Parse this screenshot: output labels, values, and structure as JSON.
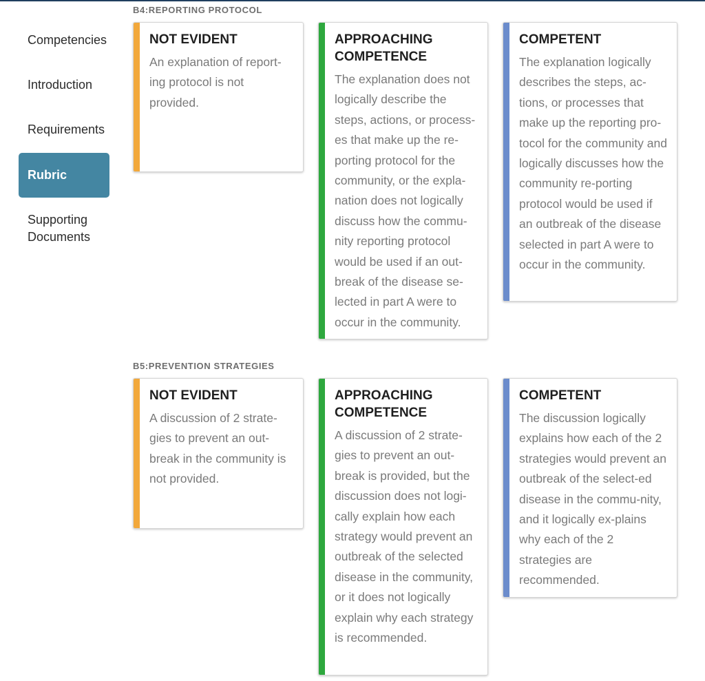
{
  "colors": {
    "not_evident": "#f2a83b",
    "approaching": "#2ea83e",
    "competent": "#6b8ccc",
    "nav_active": "#4486a2"
  },
  "sidebar": {
    "items": [
      {
        "label": "Competencies"
      },
      {
        "label": "Introduction"
      },
      {
        "label": "Requirements"
      },
      {
        "label": "Rubric",
        "active": true
      },
      {
        "label": "Supporting Documents"
      }
    ]
  },
  "sections": [
    {
      "title": "B4:REPORTING PROTOCOL",
      "cards": [
        {
          "title": "NOT EVIDENT",
          "body": "An explanation of report-ing protocol is not provided."
        },
        {
          "title": "APPROACHING COMPETENCE",
          "body": "The explanation does not logically describe the steps, actions, or process-es that make up the re-porting protocol for the community, or the expla-nation does not logically discuss how the commu-nity reporting protocol would be used if an out-break of the disease se-lected in part A were to occur in the community."
        },
        {
          "title": "COMPETENT",
          "body": "The explanation logically describes the steps, ac-tions, or processes that make up the reporting pro-tocol for the community and logically discusses how the community re-porting protocol would be used if an outbreak of the disease selected in part A were to occur in the community."
        }
      ]
    },
    {
      "title": "B5:PREVENTION STRATEGIES",
      "cards": [
        {
          "title": "NOT EVIDENT",
          "body": "A discussion of 2 strate-gies to prevent an out-break in the community is not provided."
        },
        {
          "title": "APPROACHING COMPETENCE",
          "body": "A discussion of 2 strate-gies to prevent an out-break is provided, but the discussion does not logi-cally explain how each strategy would prevent an outbreak of the selected disease in the community, or it does not logically explain why each strategy is recommended."
        },
        {
          "title": "COMPETENT",
          "body": "The discussion logically explains how each of the 2 strategies would prevent an outbreak of the select-ed disease in the commu-nity, and it logically ex-plains why each of the 2 strategies are recommended."
        }
      ]
    }
  ]
}
